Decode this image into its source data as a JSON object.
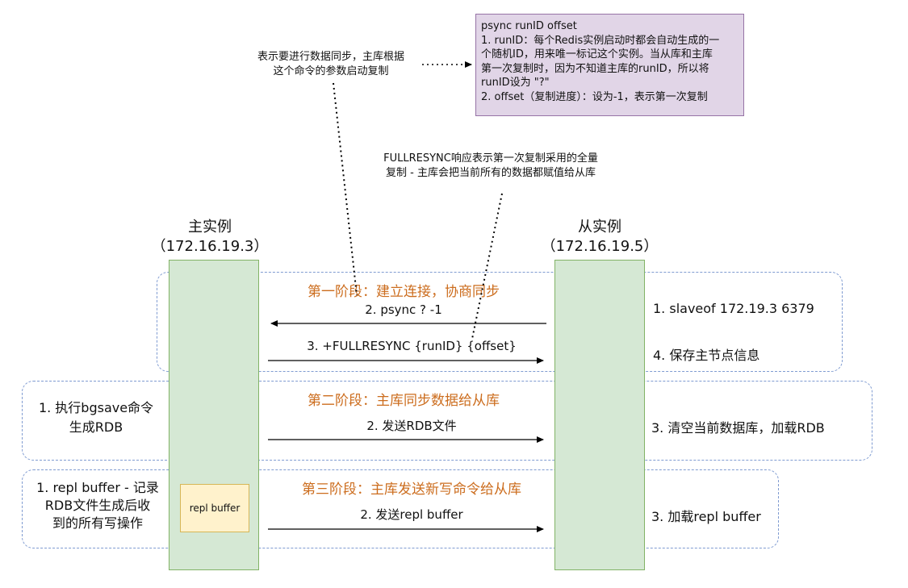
{
  "note": {
    "lines": [
      "psync runID offset",
      "1. runID：每个Redis实例启动时都会自动生成的一",
      "个随机ID，用来唯一标记这个实例。当从库和主库",
      "第一次复制时，因为不知道主库的runID，所以将",
      "runID设为 \"?\"",
      "2. offset（复制进度）：设为-1，表示第一次复制"
    ]
  },
  "callouts": {
    "psync_meaning": [
      "表示要进行数据同步，主库根据",
      "这个命令的参数启动复制"
    ],
    "fullresync_meaning": [
      "FULLRESYNC响应表示第一次复制采用的全量",
      "复制 - 主库会把当前所有的数据都赋值给从库"
    ]
  },
  "master": {
    "title": "主实例",
    "ip": "（172.16.19.3）"
  },
  "slave": {
    "title": "从实例",
    "ip": "（172.16.19.5）"
  },
  "stage1": {
    "title": "第一阶段：建立连接，协商同步",
    "msg_psync": "2. psync ?   -1",
    "msg_fullresync": "3. +FULLRESYNC {runID} {offset}",
    "slave_step1": "1. slaveof 172.19.3 6379",
    "slave_step4": "4. 保存主节点信息"
  },
  "stage2": {
    "title": "第二阶段：主库同步数据给从库",
    "master_step": [
      "1. 执行bgsave命令",
      "生成RDB"
    ],
    "msg_rdb": "2. 发送RDB文件",
    "slave_step": "3. 清空当前数据库，加载RDB"
  },
  "stage3": {
    "title": "第三阶段：主库发送新写命令给从库",
    "master_step": [
      "1. repl buffer - 记录",
      "RDB文件生成后收",
      "到的所有写操作"
    ],
    "repl_box": "repl buffer",
    "msg_repl": "2. 发送repl buffer",
    "slave_step": "3. 加载repl buffer"
  },
  "colors": {
    "stage_title": "#cc6d1e",
    "column_fill": "#d5e8d4",
    "column_border": "#82b366",
    "note_fill": "#e1d5e7",
    "note_border": "#9673a6",
    "repl_fill": "#fff2cc",
    "repl_border": "#d6b656",
    "stage_border": "#7f9bd1"
  }
}
